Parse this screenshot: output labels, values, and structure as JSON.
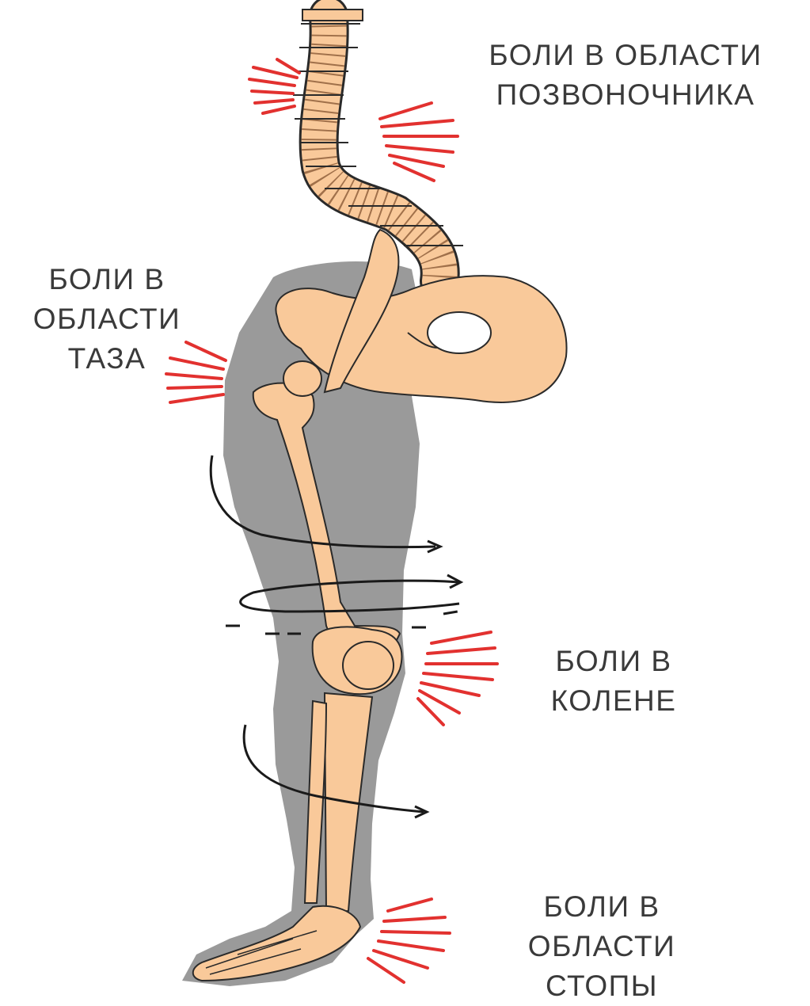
{
  "colors": {
    "bone": "#f9c99a",
    "bone_outline": "#2a2a2a",
    "leg_silhouette": "#9a9a9a",
    "pain_rays": "#e2312f",
    "label_text": "#3a3a3a"
  },
  "labels": {
    "spine": [
      "БОЛИ В ОБЛАСТИ",
      "ПОЗВОНОЧНИКА"
    ],
    "pelvis": [
      "БОЛИ В",
      "ОБЛАСТИ",
      "ТАЗА"
    ],
    "knee": [
      "БОЛИ В",
      "КОЛЕНЕ"
    ],
    "foot": [
      "БОЛИ В",
      "ОБЛАСТИ",
      "СТОПЫ"
    ]
  },
  "icons": [
    "pain-rays-icon",
    "rotation-arrow-icon"
  ]
}
